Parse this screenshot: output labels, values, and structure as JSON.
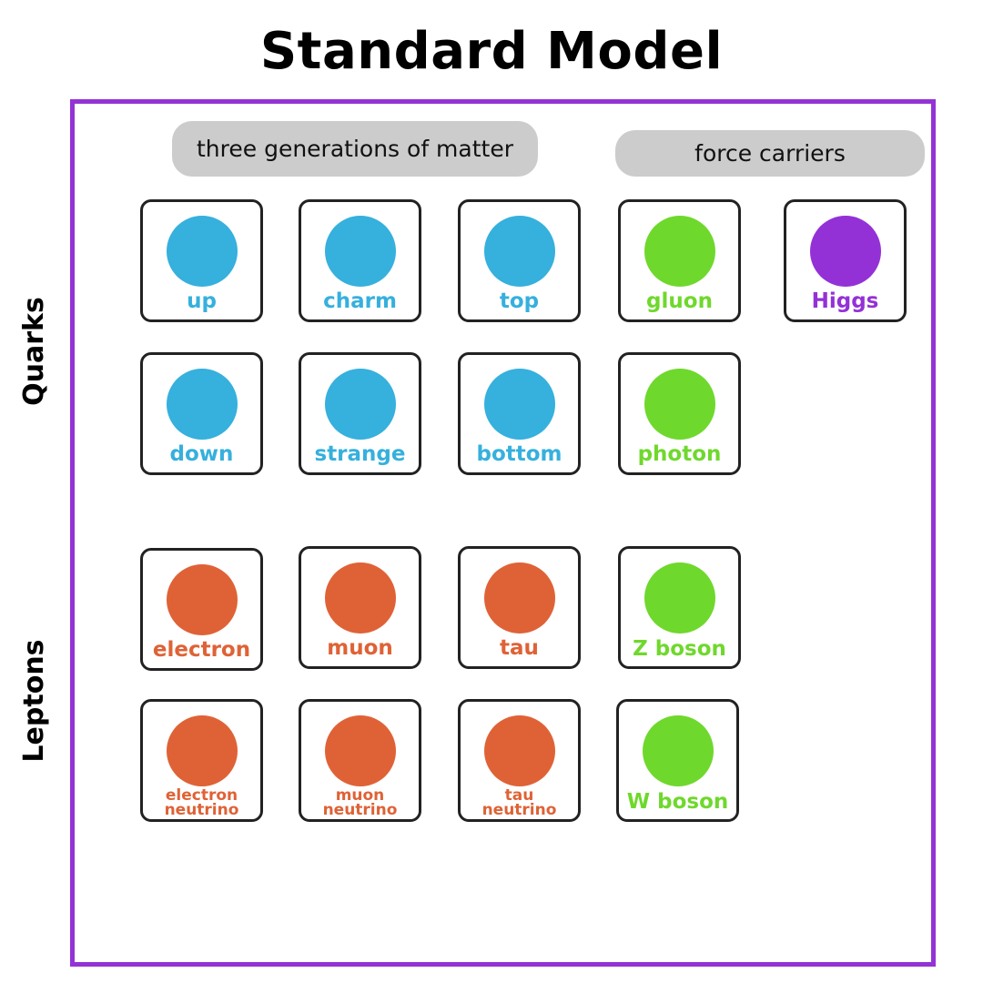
{
  "title": "Standard Model",
  "headers": {
    "generations": "three generations of matter",
    "force": "force carriers"
  },
  "side_labels": {
    "quarks": "Quarks",
    "leptons": "Leptons"
  },
  "colors": {
    "quark": "#36b0dd",
    "boson": "#6fd82d",
    "higgs": "#9331d6",
    "lepton": "#df6236",
    "frame": "#9333d6",
    "pill": "#cccccc"
  },
  "particles": {
    "up": "up",
    "charm": "charm",
    "top": "top",
    "gluon": "gluon",
    "higgs": "Higgs",
    "down": "down",
    "strange": "strange",
    "bottom": "bottom",
    "photon": "photon",
    "electron": "electron",
    "muon": "muon",
    "tau": "tau",
    "z_boson": "Z boson",
    "electron_neutrino": [
      "electron",
      "neutrino"
    ],
    "muon_neutrino": [
      "muon",
      "neutrino"
    ],
    "tau_neutrino": [
      "tau",
      "neutrino"
    ],
    "w_boson": "W boson"
  }
}
